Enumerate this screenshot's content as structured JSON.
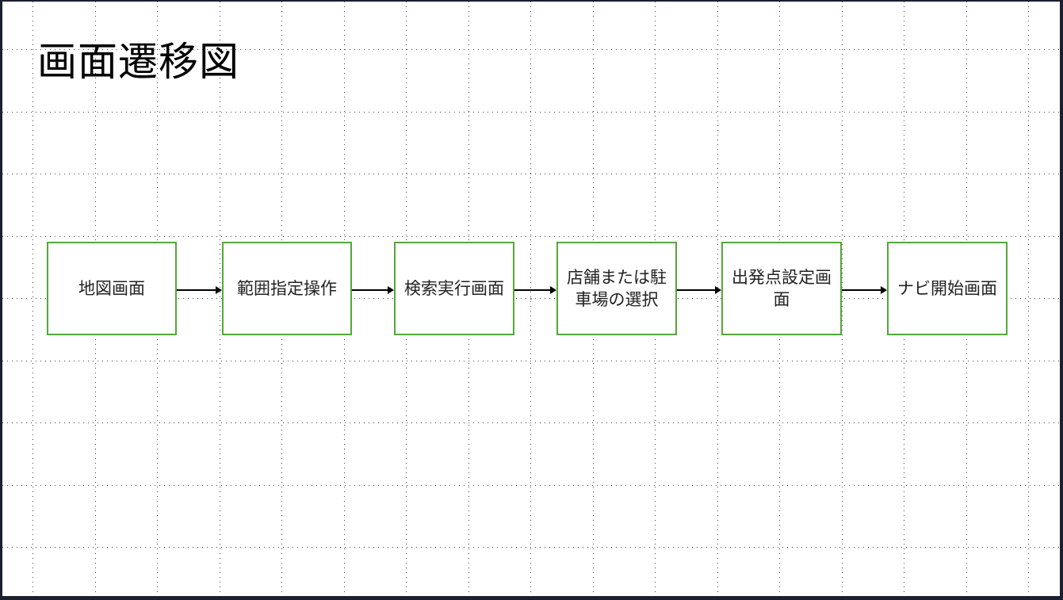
{
  "title": "画面遷移図",
  "colors": {
    "box_border": "#52a83a",
    "frame": "#1b2030"
  },
  "steps": [
    {
      "label": "地図画面"
    },
    {
      "label": "範囲指定操作"
    },
    {
      "label": "検索実行画面"
    },
    {
      "label": "店舗または駐車場の選択"
    },
    {
      "label": "出発点設定画面"
    },
    {
      "label": "ナビ開始画面"
    }
  ]
}
